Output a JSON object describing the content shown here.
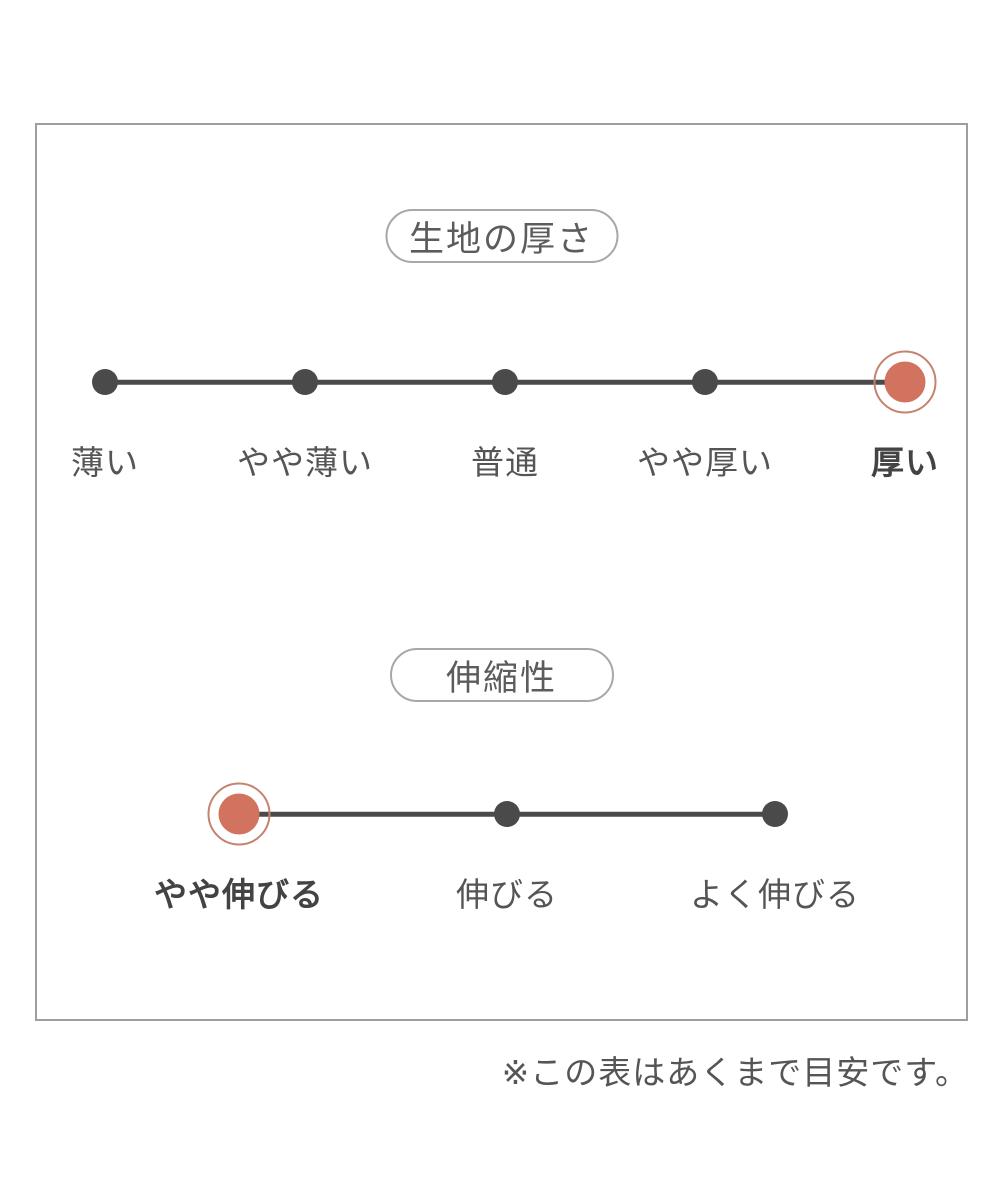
{
  "page": {
    "note": "※この表はあくまで目安です。"
  },
  "chart_data": [
    {
      "type": "scale",
      "title": "生地の厚さ",
      "categories": [
        "薄い",
        "やや薄い",
        "普通",
        "やや厚い",
        "厚い"
      ],
      "selected": "厚い",
      "selected_index": 4,
      "num_levels": 5
    },
    {
      "type": "scale",
      "title": "伸縮性",
      "categories": [
        "やや伸びる",
        "伸びる",
        "よく伸びる"
      ],
      "selected": "やや伸びる",
      "selected_index": 0,
      "num_levels": 3
    }
  ],
  "colors": {
    "box_border": "#9e9e9e",
    "pill_border": "#a8a8a8",
    "pill_text": "#5c5c5c",
    "track_color": "#4a4a4a",
    "dot_color": "#4a4a4a",
    "selected_dot": "#d2735f",
    "selected_ring": "#c5826e",
    "text_color": "#555555",
    "selected_text": "#434343"
  }
}
